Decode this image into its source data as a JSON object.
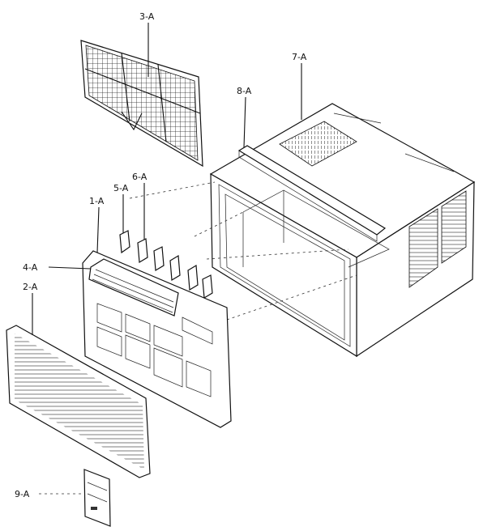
{
  "labels": {
    "filter": "3-A",
    "cabinet": "7-A",
    "rail": "8-A",
    "louver_bracket": "6-A",
    "louver_clip": "5-A",
    "front_frame": "1-A",
    "air_deflector": "4-A",
    "front_grille": "2-A",
    "control_panel": "9-A"
  }
}
